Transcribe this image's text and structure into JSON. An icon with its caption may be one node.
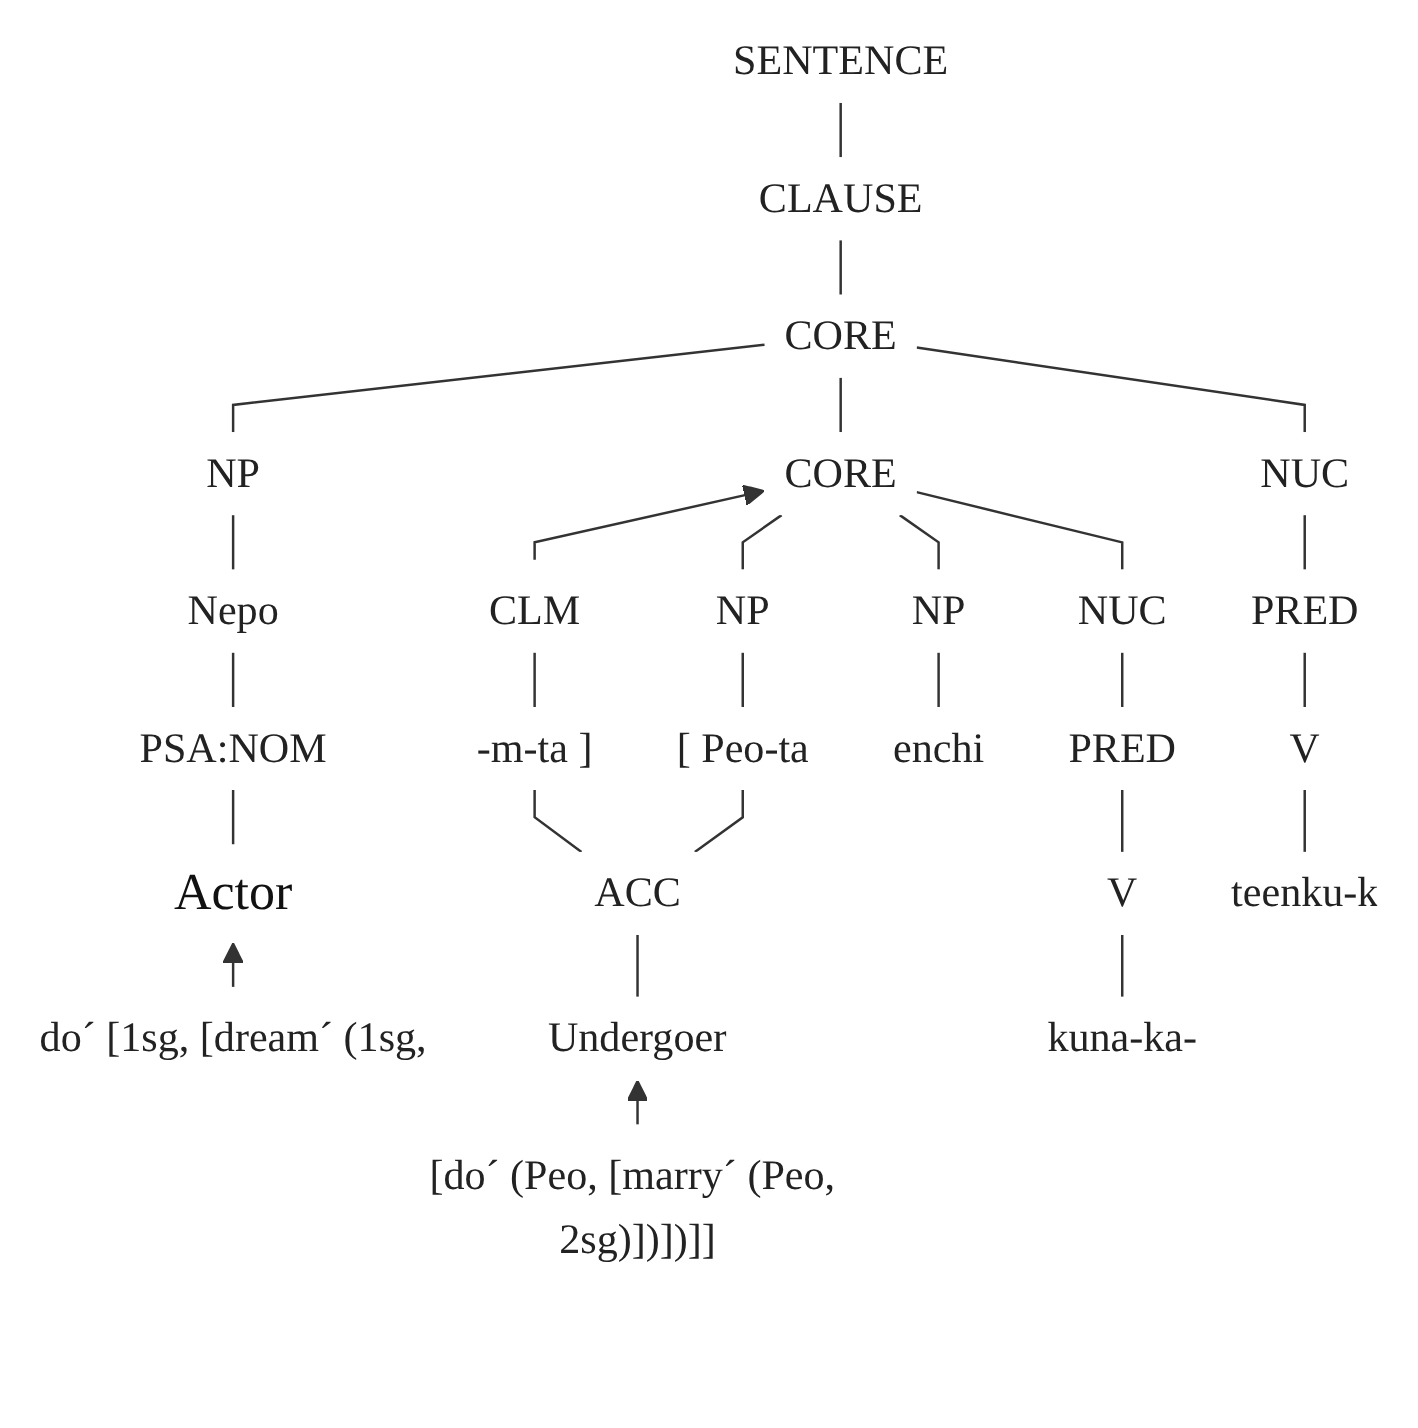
{
  "diagram": {
    "nodes": [
      {
        "text": [
          "SENTENCE"
        ]
      },
      {
        "text": [
          "CLAUSE"
        ]
      },
      {
        "text": [
          "CORE"
        ]
      },
      {
        "text": [
          "NP"
        ]
      },
      {
        "text": [
          "CORE"
        ]
      },
      {
        "text": [
          "CLM"
        ]
      },
      {
        "text": [
          "NUC"
        ]
      },
      {
        "text": [
          "PRED"
        ]
      },
      {
        "text": [
          "V"
        ]
      },
      {
        "text": [
          "NP"
        ]
      },
      {
        "text": [
          "NP"
        ]
      },
      {
        "text": [
          "NUC"
        ]
      },
      {
        "text": [
          "PRED"
        ]
      },
      {
        "text": [
          "V"
        ]
      },
      {
        "text": [
          "Nepo"
        ]
      },
      {
        "text": [
          "[ Peo-ta"
        ]
      },
      {
        "text": [
          "enchi"
        ]
      },
      {
        "text": [
          "kuna-ka-"
        ]
      },
      {
        "text": [
          "-m-ta ]"
        ]
      },
      {
        "text": [
          "teenku-k"
        ]
      },
      {
        "text": [
          "PSA:NOM"
        ]
      },
      {
        "text": [
          "ACC"
        ]
      },
      {
        "text": [
          "Actor"
        ]
      },
      {
        "text": [
          "Undergoer"
        ]
      },
      {
        "text": [
          "do´ [1sg, [dream´ (1sg,"
        ]
      },
      {
        "text": [
          "[do´ (Peo, [marry´ (Peo, 2sg)])])]]"
        ]
      }
    ],
    "edges": [
      {
        "from": 0,
        "to": 1,
        "arrow": "none"
      },
      {
        "from": 1,
        "to": 2,
        "arrow": "none"
      },
      {
        "from": 2,
        "to": 3,
        "arrow": "none"
      },
      {
        "from": 2,
        "to": 4,
        "arrow": "none"
      },
      {
        "from": 2,
        "to": 6,
        "arrow": "none"
      },
      {
        "from": 5,
        "to": 4,
        "arrow": "to"
      },
      {
        "from": 6,
        "to": 7,
        "arrow": "none"
      },
      {
        "from": 7,
        "to": 8,
        "arrow": "none"
      },
      {
        "from": 4,
        "to": 9,
        "arrow": "none"
      },
      {
        "from": 4,
        "to": 10,
        "arrow": "none"
      },
      {
        "from": 4,
        "to": 11,
        "arrow": "none"
      },
      {
        "from": 11,
        "to": 12,
        "arrow": "none"
      },
      {
        "from": 12,
        "to": 13,
        "arrow": "none"
      },
      {
        "from": 3,
        "to": 14,
        "arrow": "none"
      },
      {
        "from": 9,
        "to": 15,
        "arrow": "none"
      },
      {
        "from": 10,
        "to": 16,
        "arrow": "none"
      },
      {
        "from": 13,
        "to": 17,
        "arrow": "none"
      },
      {
        "from": 5,
        "to": 18,
        "arrow": "none"
      },
      {
        "from": 8,
        "to": 19,
        "arrow": "none"
      },
      {
        "from": 14,
        "to": 20,
        "arrow": "none"
      },
      {
        "from": 20,
        "to": 22,
        "arrow": "none"
      },
      {
        "from": 15,
        "to": 21,
        "arrow": "none"
      },
      {
        "from": 18,
        "to": 21,
        "arrow": "none"
      },
      {
        "from": 21,
        "to": 23,
        "arrow": "none"
      },
      {
        "from": 24,
        "to": 22,
        "arrow": "to"
      },
      {
        "from": 25,
        "to": 23,
        "arrow": "to"
      }
    ]
  }
}
